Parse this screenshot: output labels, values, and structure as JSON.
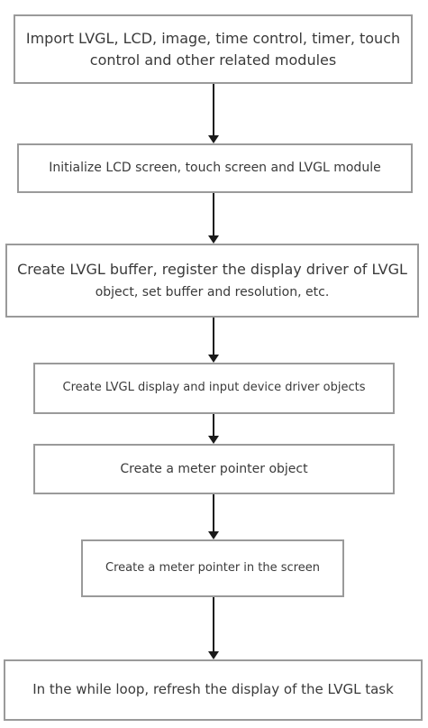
{
  "flowchart": {
    "steps": [
      {
        "lines": [
          "Import LVGL, LCD, image, time control, timer, touch",
          "control and other related modules"
        ]
      },
      {
        "lines": [
          "Initialize LCD screen, touch screen and LVGL module"
        ]
      },
      {
        "lines": [
          "Create LVGL buffer, register the display driver of LVGL",
          "object, set buffer and resolution, etc."
        ]
      },
      {
        "lines": [
          "Create LVGL display and input device driver objects"
        ]
      },
      {
        "lines": [
          "Create a meter pointer object"
        ]
      },
      {
        "lines": [
          "Create a meter pointer in the screen"
        ]
      },
      {
        "lines": [
          "In the while loop, refresh the display of the LVGL task"
        ]
      }
    ],
    "colors": {
      "box_border": "#9a9a9a",
      "text": "#3a3a3a",
      "arrow": "#1a1a1a",
      "background": "#ffffff"
    }
  }
}
